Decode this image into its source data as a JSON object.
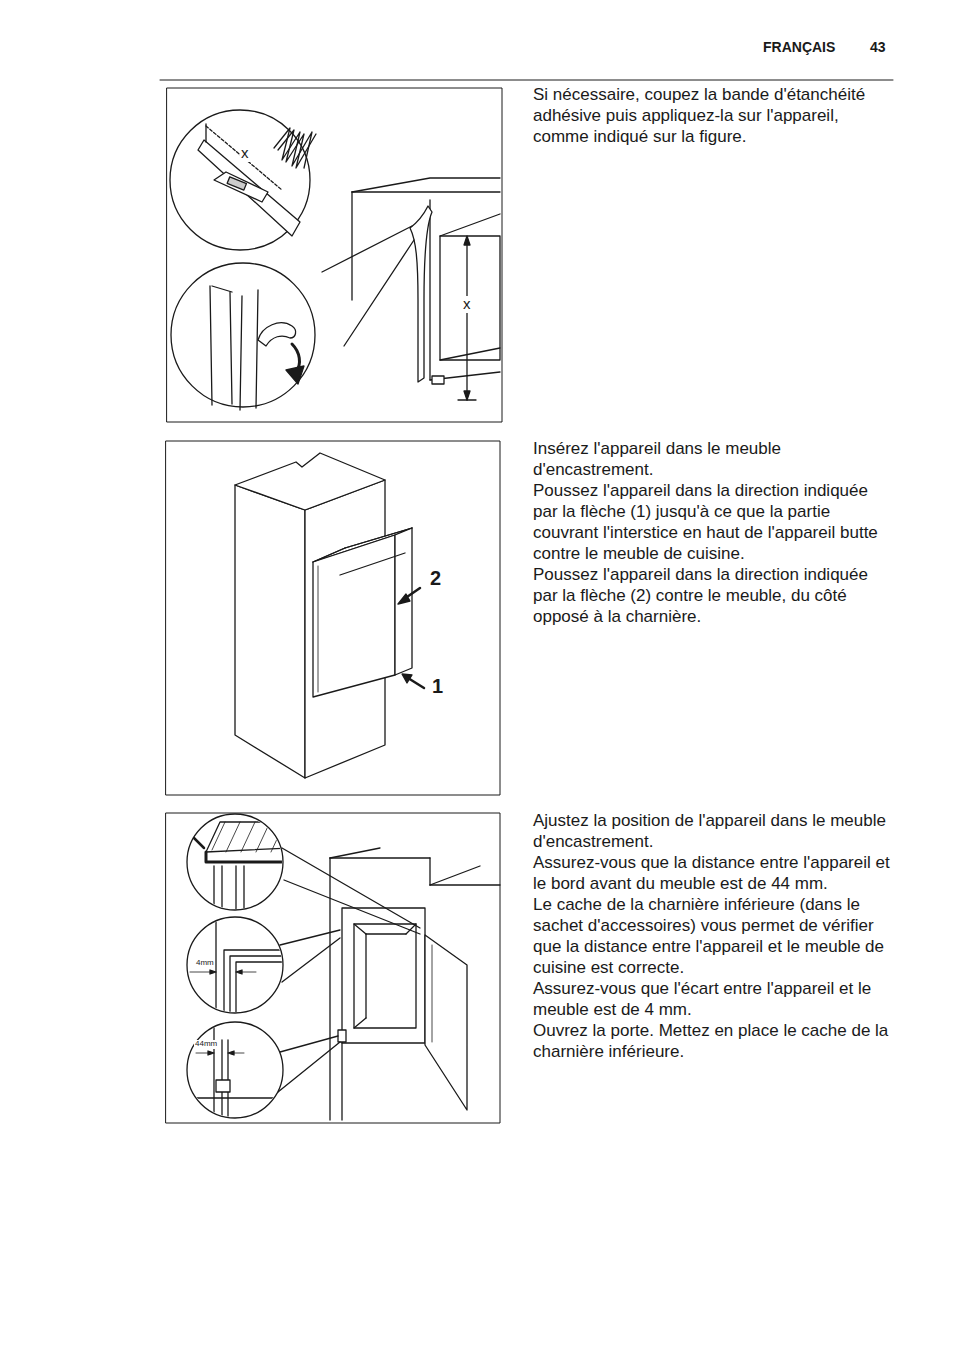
{
  "diagram": {
    "labels": [
      "FRANÇAIS",
      "43",
      "Si nécessaire, coupez la bande d'étanchéité adhésive puis appliquez-la sur l'appareil, comme indiqué sur la figure.",
      "x",
      "x",
      "Insérez l'appareil dans le meuble d'encastrement.",
      "Poussez l'appareil dans la direction indiquée par la flèche (1) jusqu'à ce que la partie couvrant l'interstice en haut de l'appareil butte contre le meuble de cuisine.",
      "Poussez l'appareil dans la direction indiquée par la flèche (2) contre le meuble, du côté opposé à la charnière.",
      "2",
      "1",
      "Ajustez la position de l'appareil dans le meuble d'encastrement.",
      "Assurez-vous que la distance entre l'appareil et le bord avant du meuble est de 44 mm.",
      "Le cache de la charnière inférieure (dans le sachet d'accessoires) vous permet de vérifier que la distance entre l'appareil et le meuble de cuisine est correcte.",
      "Assurez-vous que l'écart entre l'appareil et le meuble est de 4 mm.",
      "Ouvrez la porte. Mettez en place le cache de la charnière inférieure.",
      "4mm",
      "44mm"
    ]
  }
}
